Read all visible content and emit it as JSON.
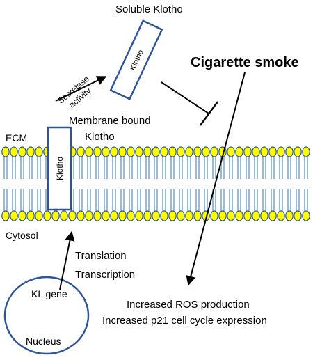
{
  "labels": {
    "soluble_klotho": "Soluble Klotho",
    "klotho_soluble_box": "Klotho",
    "secretase_line1": "Secretase",
    "secretase_line2": "activity",
    "cigarette_smoke": "Cigarette smoke",
    "membrane_bound_line1": "Membrane bound",
    "membrane_bound_line2": "Klotho",
    "klotho_membrane_box": "Klotho",
    "ecm": "ECM",
    "cytosol": "Cytosol",
    "translation": "Translation",
    "transcription": "Transcription",
    "kl_gene": "KL gene",
    "nucleus": "Nucleus",
    "effect_line1": "Increased ROS production",
    "effect_line2": "Increased p21 cell cycle expression"
  },
  "colors": {
    "box_border": "#2f5597",
    "lipid_head_fill": "#ffff00",
    "lipid_head_border": "#2f5597",
    "lipid_tail": "#2e75b6",
    "arrow": "#000000"
  }
}
